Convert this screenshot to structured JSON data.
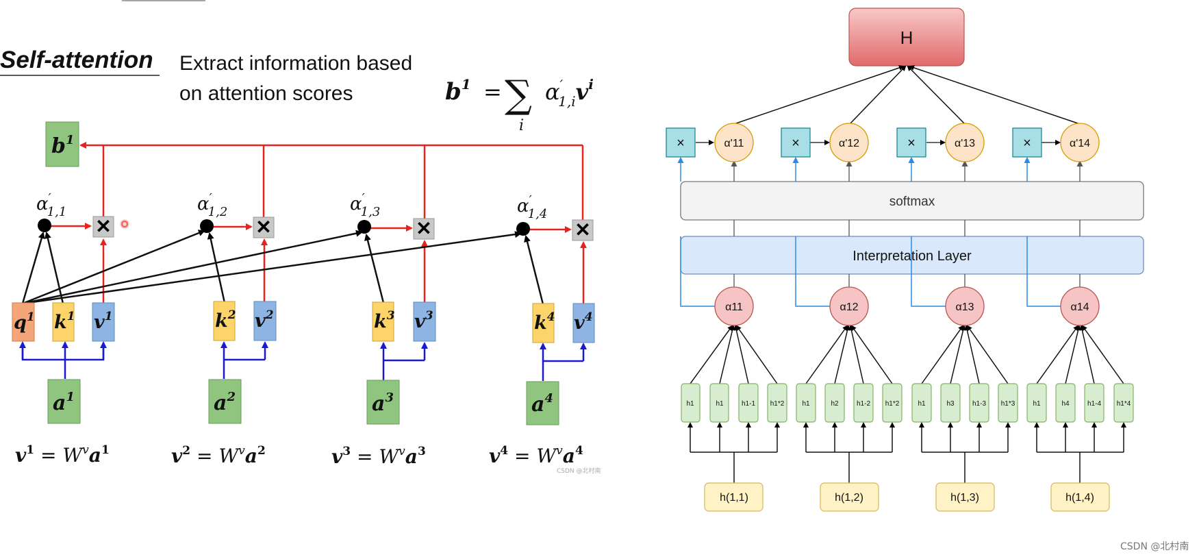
{
  "left": {
    "title": "Self-attention",
    "subtitle_line1": "Extract information based",
    "subtitle_line2": "on attention scores",
    "formula": {
      "lhs": "b",
      "lhs_sup": "1",
      "eq": "=",
      "sum": "∑",
      "sum_sub": "i",
      "alpha": "α",
      "alpha_sub": "1,i",
      "v": "v",
      "v_sup": "i"
    },
    "output": {
      "letter": "b",
      "sup": "1"
    },
    "mult_symbol": "✕",
    "alphas": [
      {
        "greek": "α",
        "prime": "′",
        "sub": "1,1"
      },
      {
        "greek": "α",
        "prime": "′",
        "sub": "1,2"
      },
      {
        "greek": "α",
        "prime": "′",
        "sub": "1,3"
      },
      {
        "greek": "α",
        "prime": "′",
        "sub": "1,4"
      }
    ],
    "q_box": {
      "letter": "q",
      "sup": "1"
    },
    "k_boxes": [
      {
        "letter": "k",
        "sup": "1"
      },
      {
        "letter": "k",
        "sup": "2"
      },
      {
        "letter": "k",
        "sup": "3"
      },
      {
        "letter": "k",
        "sup": "4"
      }
    ],
    "v_boxes": [
      {
        "letter": "v",
        "sup": "1"
      },
      {
        "letter": "v",
        "sup": "2"
      },
      {
        "letter": "v",
        "sup": "3"
      },
      {
        "letter": "v",
        "sup": "4"
      }
    ],
    "a_boxes": [
      {
        "letter": "a",
        "sup": "1"
      },
      {
        "letter": "a",
        "sup": "2"
      },
      {
        "letter": "a",
        "sup": "3"
      },
      {
        "letter": "a",
        "sup": "4"
      }
    ],
    "equations": [
      {
        "v": "v",
        "sup": "1",
        "rest": " = W",
        "w_sup": "v",
        "a": "a",
        "a_sup": "1"
      },
      {
        "v": "v",
        "sup": "2",
        "rest": " = W",
        "w_sup": "v",
        "a": "a",
        "a_sup": "2"
      },
      {
        "v": "v",
        "sup": "3",
        "rest": " = W",
        "w_sup": "v",
        "a": "a",
        "a_sup": "3"
      },
      {
        "v": "v",
        "sup": "4",
        "rest": " = W",
        "w_sup": "v",
        "a": "a",
        "a_sup": "4"
      }
    ],
    "watermark": "CSDN @北村南"
  },
  "right": {
    "top_label": "H",
    "softmax_label": "softmax",
    "interp_label": "Interpretation Layer",
    "mult_symbol": "×",
    "groups": [
      {
        "alpha_prime": "α'11",
        "alpha": "α11",
        "h_labels": [
          "h1",
          "h1",
          "h1-1",
          "h1*2"
        ],
        "input": "h(1,1)"
      },
      {
        "alpha_prime": "α'12",
        "alpha": "α12",
        "h_labels": [
          "h1",
          "h2",
          "h1-2",
          "h1*2"
        ],
        "input": "h(1,2)"
      },
      {
        "alpha_prime": "α'13",
        "alpha": "α13",
        "h_labels": [
          "h1",
          "h3",
          "h1-3",
          "h1*3"
        ],
        "input": "h(1,3)"
      },
      {
        "alpha_prime": "α'14",
        "alpha": "α14",
        "h_labels": [
          "h1",
          "h4",
          "h1-4",
          "h1*4"
        ],
        "input": "h(1,4)"
      }
    ],
    "watermark": "CSDN @北村南"
  },
  "colors": {
    "red_line": "#e8231d",
    "blue_line": "#1a1ad0",
    "q_fill": "#f5a57a",
    "k_fill": "#fcd46a",
    "v_fill": "#8eb4e3",
    "a_fill": "#8fc57e",
    "H_fill": "#e07070",
    "teal_fill": "#a8dfe6",
    "peach_fill": "#fde4c8",
    "pink_fill": "#f6c4c4",
    "green_fill": "#d8ecd0",
    "yellow_fill": "#fff2c4",
    "interp_fill": "#dae8fc",
    "softmax_fill": "#f3f3f3"
  }
}
